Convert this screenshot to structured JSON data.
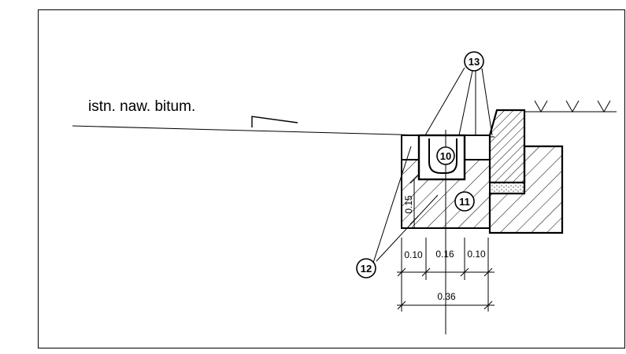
{
  "drawing": {
    "surface_label": "istn. naw. bitum.",
    "callouts": [
      {
        "id": "c10",
        "text": "10"
      },
      {
        "id": "c11",
        "text": "11"
      },
      {
        "id": "c12",
        "text": "12"
      },
      {
        "id": "c13",
        "text": "13"
      }
    ],
    "dimensions": {
      "height": "0.15",
      "left": "0.10",
      "middle": "0.16",
      "right": "0.10",
      "total": "0.36"
    }
  }
}
